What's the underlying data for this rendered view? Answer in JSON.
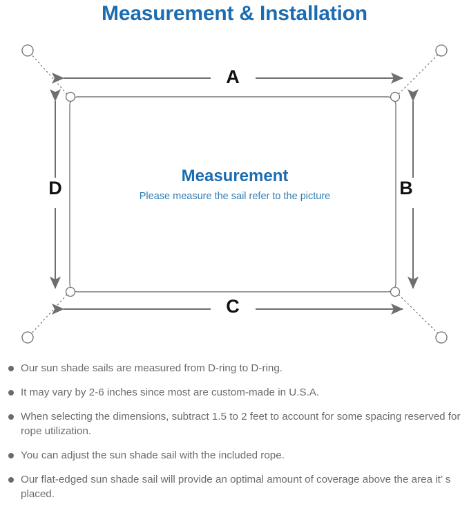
{
  "page": {
    "title": "Measurement & Installation",
    "title_color": "#1b6cb0",
    "background": "#ffffff"
  },
  "diagram": {
    "name": "sun-shade-sail-measurement-diagram",
    "sail_caption": {
      "heading": "Measurement",
      "subtext": "Please measure the sail refer to the picture"
    },
    "dimension_labels": [
      {
        "id": "a",
        "label": "A",
        "position": "top",
        "orientation": "horizontal"
      },
      {
        "id": "b",
        "label": "B",
        "position": "right",
        "orientation": "vertical"
      },
      {
        "id": "c",
        "label": "C",
        "position": "bottom",
        "orientation": "horizontal"
      },
      {
        "id": "d",
        "label": "D",
        "position": "left",
        "orientation": "vertical"
      }
    ],
    "anchor_points": [
      {
        "id": "top-left",
        "label": "anchor-point-circle"
      },
      {
        "id": "top-right",
        "label": "anchor-point-circle"
      },
      {
        "id": "bottom-left",
        "label": "anchor-point-circle"
      },
      {
        "id": "bottom-right",
        "label": "anchor-point-circle"
      }
    ],
    "d_rings": [
      {
        "id": "top-left",
        "label": "d-ring"
      },
      {
        "id": "top-right",
        "label": "d-ring"
      },
      {
        "id": "bottom-left",
        "label": "d-ring"
      },
      {
        "id": "bottom-right",
        "label": "d-ring"
      }
    ],
    "line_color": "#6e6e6e",
    "sail_border_color": "#7a7a7a"
  },
  "notes": {
    "bullet_color": "#6b6b6b",
    "text_color": "#6b6b6b",
    "items": [
      "Our sun shade sails are measured from D-ring to D-ring.",
      "It may vary by 2-6 inches since most are custom-made in U.S.A.",
      "When selecting the dimensions, subtract 1.5 to 2 feet to account for some spacing reserved for rope utilization.",
      "You can adjust the sun shade sail with the included rope.",
      "Our flat-edged sun shade sail will provide an optimal amount of coverage above the area it’ s placed."
    ]
  }
}
